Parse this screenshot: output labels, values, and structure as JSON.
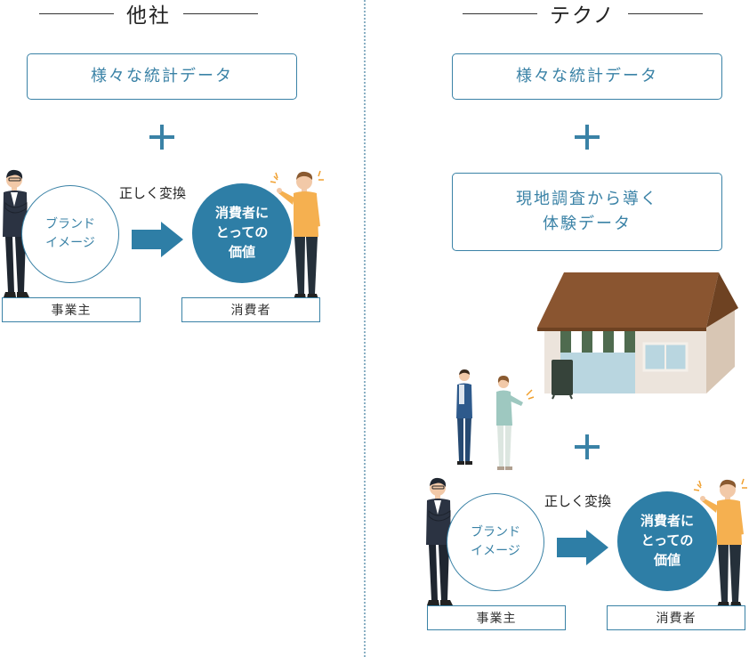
{
  "left": {
    "title": "他社",
    "stats_box": "様々な統計データ",
    "brand_image": [
      "ブランド",
      "イメージ"
    ],
    "conversion": "正しく変換",
    "consumer_value": [
      "消費者に",
      "とっての",
      "価値"
    ],
    "business_label": "事業主",
    "consumer_label": "消費者"
  },
  "right": {
    "title": "テクノ",
    "stats_box": "様々な統計データ",
    "field_box": [
      "現地調査から導く",
      "体験データ"
    ],
    "brand_image": [
      "ブランド",
      "イメージ"
    ],
    "conversion": "正しく変換",
    "consumer_value": [
      "消費者に",
      "とっての",
      "価値"
    ],
    "business_label": "事業主",
    "consumer_label": "消費者"
  },
  "colors": {
    "accent": "#3a82a6",
    "disc": "#2e7ea6",
    "divider": "#8ab0c4"
  }
}
